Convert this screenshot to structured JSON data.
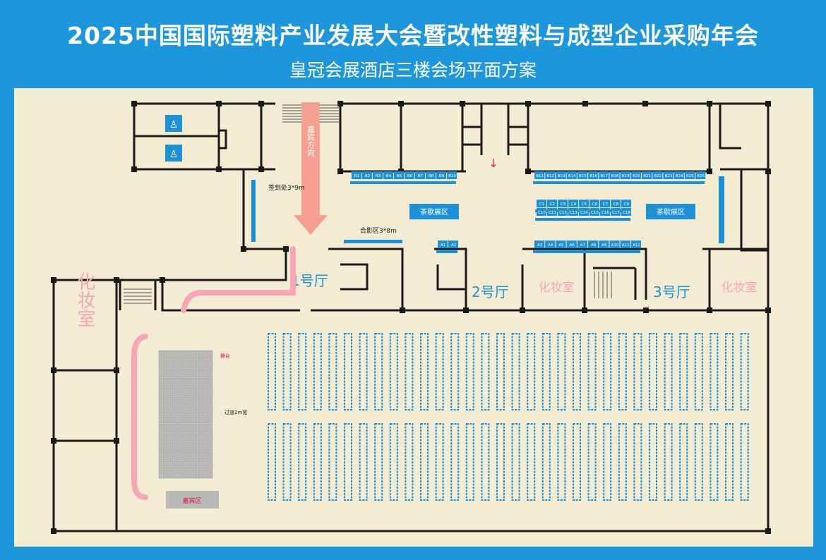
{
  "header": {
    "title": "2025中国国际塑料产业发展大会暨改性塑料与成型企业采购年会",
    "subtitle": "皇冠会展酒店三楼会场平面方案"
  },
  "labels": {
    "guest_direction": "嘉宾方向",
    "signin": "签到处3*9m",
    "photo_zone": "合影区3*8m",
    "tea_left": "茶歇展区",
    "tea_right": "茶歇展区",
    "hall1": "1号厅",
    "hall2": "2号厅",
    "hall3": "3号厅",
    "makeup_left": "化妆室",
    "makeup_mid": "化妆室",
    "makeup_right": "化妆室",
    "seat_label": "嘉宾区",
    "aisle": "过道2m宽",
    "stage_note": "舞台"
  },
  "booths": {
    "b_left": [
      "B1",
      "B2",
      "B3",
      "B4",
      "B5",
      "B6",
      "B7",
      "B8",
      "B9",
      "B10"
    ],
    "b_right": [
      "B11",
      "B12",
      "B13",
      "B14",
      "B15",
      "B16",
      "B17",
      "B18",
      "B19",
      "B20",
      "B21",
      "B22",
      "B23",
      "B24",
      "B25",
      "B26"
    ],
    "c_row1": [
      "C1",
      "C2",
      "C3",
      "C4",
      "C5",
      "C6",
      "C7",
      "C8",
      "C9"
    ],
    "c_row2": [
      "C10",
      "C11",
      "C12",
      "C13",
      "C14",
      "C15",
      "C16",
      "C17",
      "C18"
    ],
    "a_left": [
      "A1",
      "A2"
    ],
    "a_right": [
      "A3",
      "A4",
      "A5",
      "A6",
      "A7",
      "A8",
      "A9",
      "A10",
      "A11",
      "A12"
    ]
  },
  "seating": {
    "columns": 32,
    "blocks": 2
  },
  "colors": {
    "background": "#1e96dc",
    "floor": "#f3ebd2",
    "wall": "#1a1a1a",
    "booth": "#1e90d6",
    "pink": "#f5a7b8",
    "arrow": "#f5a090",
    "stage": "#b9b9b9"
  }
}
